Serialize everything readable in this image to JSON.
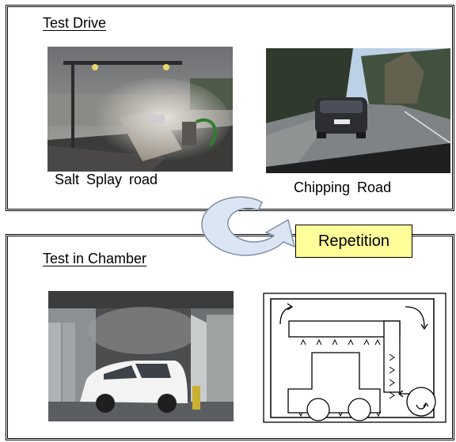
{
  "test_drive": {
    "title": "Test Drive",
    "salt_caption": "Salt  Splay  road",
    "chipping_caption": "Chipping  Road"
  },
  "test_chamber": {
    "title": "Test  in  Chamber"
  },
  "repetition_label": "Repetition",
  "colors": {
    "cycle_arrow_fill": "#dbe5f3",
    "cycle_arrow_stroke": "#7f8fa6",
    "label_fill": "#ffff99"
  }
}
